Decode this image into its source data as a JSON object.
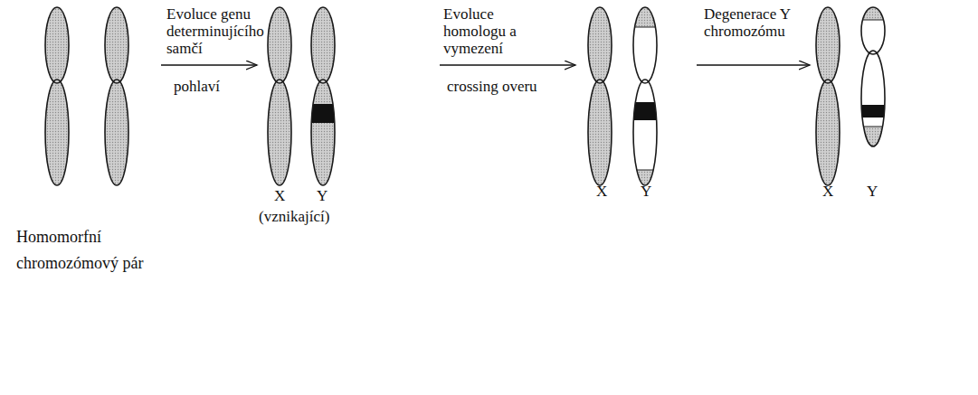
{
  "diagram": {
    "nodes": [
      {
        "text": [
          "Homomorfní chromozómový pár"
        ]
      },
      {
        "text": [
          "X",
          "Y",
          "(vznikající)"
        ]
      },
      {
        "text": [
          "X",
          "Y"
        ]
      },
      {
        "text": [
          "X",
          "Y"
        ]
      }
    ],
    "edges": [
      {
        "from": 0,
        "to": 1,
        "arrow": "to"
      },
      {
        "from": 1,
        "to": 2,
        "arrow": "to"
      },
      {
        "from": 2,
        "to": 3,
        "arrow": "to"
      }
    ],
    "labels": [
      "Evoluce genu determinujícího samčí",
      "pohlaví",
      "Evoluce homologu a vymezení",
      "crossing overu",
      "Degenerace Y chromozómu"
    ]
  }
}
